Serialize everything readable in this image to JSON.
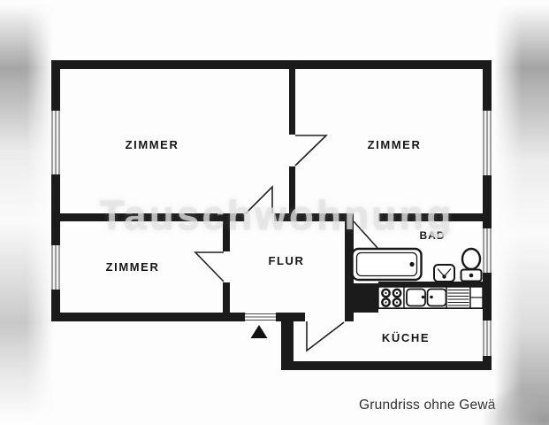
{
  "plan": {
    "rooms": [
      {
        "id": "zimmer-top-left",
        "label": "ZIMMER"
      },
      {
        "id": "zimmer-top-right",
        "label": "ZIMMER"
      },
      {
        "id": "zimmer-bottom-left",
        "label": "ZIMMER"
      },
      {
        "id": "flur",
        "label": "FLUR"
      },
      {
        "id": "bad",
        "label": "BAD"
      },
      {
        "id": "kueche",
        "label": "KÜCHE"
      }
    ],
    "watermark": "Tauschwohnung",
    "caption": "Grundriss ohne Gewä",
    "colors": {
      "wall": "#1b1b1b",
      "paper": "#fdfdfd",
      "caption_text": "#2e2e2e",
      "corner_smudge": "#969696"
    }
  }
}
